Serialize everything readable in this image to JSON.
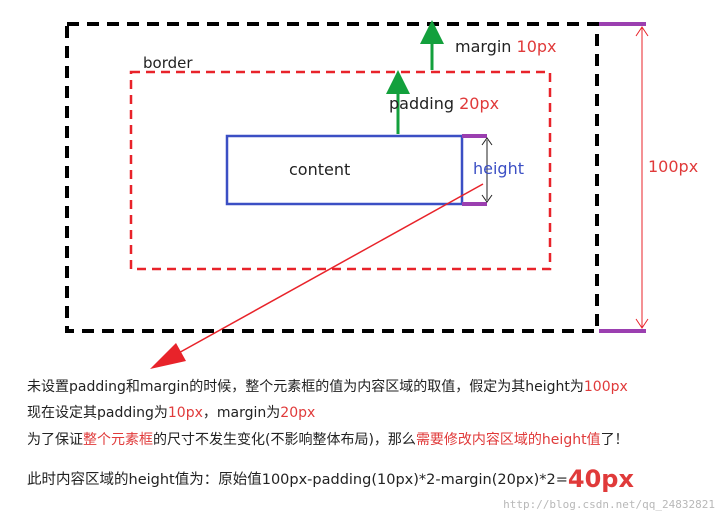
{
  "labels": {
    "border": "border",
    "content": "content",
    "padding_word": "padding",
    "padding_value": "20px",
    "margin_word": "margin",
    "margin_value": "10px",
    "height": "height",
    "total": "100px"
  },
  "text": {
    "line1": {
      "a": "未设置padding和margin的时候，整个元素框的值为内容区域的取值，假定为其height为",
      "b": "100px"
    },
    "line2": {
      "a": "现在设定其padding为",
      "b": "10px",
      "c": "，margin为",
      "d": "20px"
    },
    "line3": {
      "a": "为了保证",
      "b": "整个元素框",
      "c": "的尺寸不发生变化(不影响整体布局)，那么",
      "d": "需要修改内容区域的height值",
      "e": "了！"
    },
    "line4": {
      "a": "此时内容区域的height值为：原始值100px-padding(10px)*2-margin(20px)*2=",
      "b": "40px"
    }
  },
  "watermark": "http://blog.csdn.net/qq_24832821",
  "colors": {
    "margin_box": "#000000",
    "border_box": "#e8232a",
    "content_box": "#3b4fc4",
    "arrow_green": "#13a03c",
    "accent_red": "#e03a3a",
    "purple": "#9b3fb0"
  }
}
